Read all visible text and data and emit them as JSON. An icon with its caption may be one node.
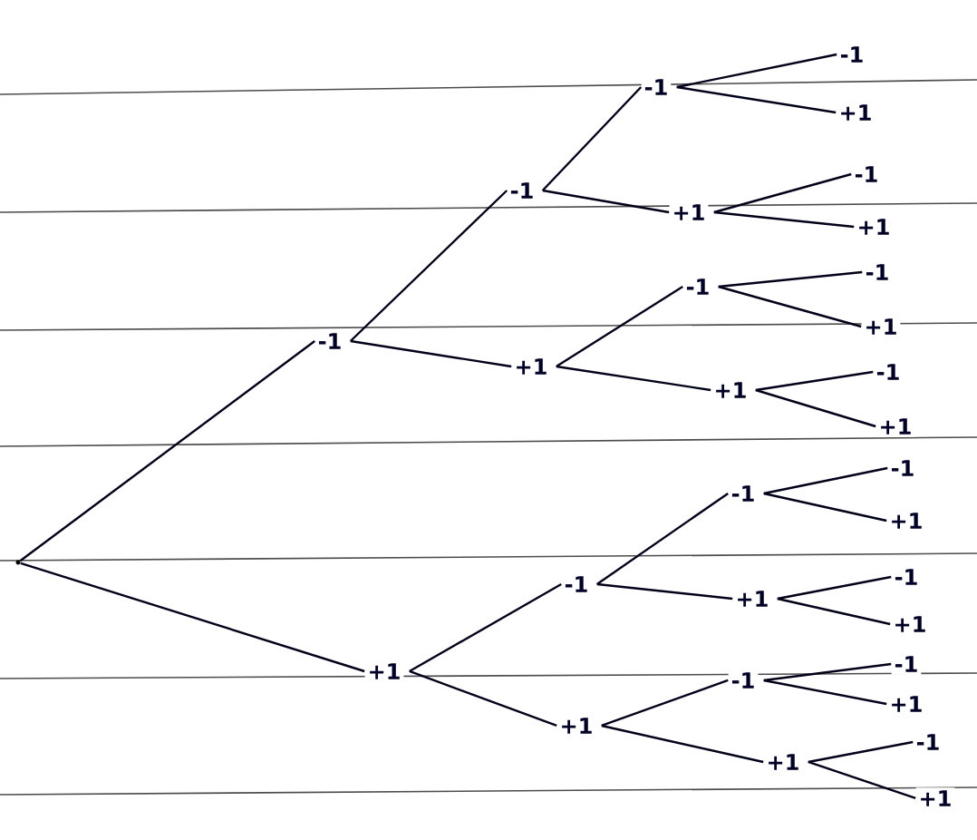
{
  "diagram": {
    "nodes": [
      {
        "text": [],
        "shape": "dot"
      },
      {
        "text": [
          "-1"
        ]
      },
      {
        "text": [
          "-1"
        ]
      },
      {
        "text": [
          "-1"
        ]
      },
      {
        "text": [
          "-1"
        ]
      },
      {
        "text": [
          "+1"
        ]
      },
      {
        "text": [
          "+1"
        ]
      },
      {
        "text": [
          "-1"
        ]
      },
      {
        "text": [
          "+1"
        ]
      },
      {
        "text": [
          "+1"
        ]
      },
      {
        "text": [
          "-1"
        ]
      },
      {
        "text": [
          "-1"
        ]
      },
      {
        "text": [
          "+1"
        ]
      },
      {
        "text": [
          "+1"
        ]
      },
      {
        "text": [
          "-1"
        ]
      },
      {
        "text": [
          "+1"
        ]
      },
      {
        "text": [
          "+1"
        ]
      },
      {
        "text": [
          "-1"
        ]
      },
      {
        "text": [
          "-1"
        ]
      },
      {
        "text": [
          "-1"
        ]
      },
      {
        "text": [
          "+1"
        ]
      },
      {
        "text": [
          "+1"
        ]
      },
      {
        "text": [
          "-1"
        ]
      },
      {
        "text": [
          "+1"
        ]
      },
      {
        "text": [
          "+1"
        ]
      },
      {
        "text": [
          "-1"
        ]
      },
      {
        "text": [
          "-1"
        ]
      },
      {
        "text": [
          "+1"
        ]
      },
      {
        "text": [
          "+1"
        ]
      },
      {
        "text": [
          "-1"
        ]
      },
      {
        "text": [
          "+1"
        ]
      }
    ],
    "edges": [
      {
        "from": 0,
        "to": 1,
        "arrow": "none"
      },
      {
        "from": 0,
        "to": 16,
        "arrow": "none"
      },
      {
        "from": 1,
        "to": 2,
        "arrow": "none"
      },
      {
        "from": 1,
        "to": 9,
        "arrow": "none"
      },
      {
        "from": 2,
        "to": 3,
        "arrow": "none"
      },
      {
        "from": 2,
        "to": 6,
        "arrow": "none"
      },
      {
        "from": 3,
        "to": 4,
        "arrow": "none"
      },
      {
        "from": 3,
        "to": 5,
        "arrow": "none"
      },
      {
        "from": 6,
        "to": 7,
        "arrow": "none"
      },
      {
        "from": 6,
        "to": 8,
        "arrow": "none"
      },
      {
        "from": 9,
        "to": 10,
        "arrow": "none"
      },
      {
        "from": 9,
        "to": 13,
        "arrow": "none"
      },
      {
        "from": 10,
        "to": 11,
        "arrow": "none"
      },
      {
        "from": 10,
        "to": 12,
        "arrow": "none"
      },
      {
        "from": 13,
        "to": 14,
        "arrow": "none"
      },
      {
        "from": 13,
        "to": 15,
        "arrow": "none"
      },
      {
        "from": 16,
        "to": 17,
        "arrow": "none"
      },
      {
        "from": 16,
        "to": 24,
        "arrow": "none"
      },
      {
        "from": 17,
        "to": 18,
        "arrow": "none"
      },
      {
        "from": 17,
        "to": 21,
        "arrow": "none"
      },
      {
        "from": 18,
        "to": 19,
        "arrow": "none"
      },
      {
        "from": 18,
        "to": 20,
        "arrow": "none"
      },
      {
        "from": 21,
        "to": 22,
        "arrow": "none"
      },
      {
        "from": 21,
        "to": 23,
        "arrow": "none"
      },
      {
        "from": 24,
        "to": 25,
        "arrow": "none"
      },
      {
        "from": 24,
        "to": 28,
        "arrow": "none"
      },
      {
        "from": 25,
        "to": 26,
        "arrow": "none"
      },
      {
        "from": 25,
        "to": 27,
        "arrow": "none"
      },
      {
        "from": 28,
        "to": 29,
        "arrow": "none"
      },
      {
        "from": 28,
        "to": 30,
        "arrow": "none"
      }
    ]
  }
}
